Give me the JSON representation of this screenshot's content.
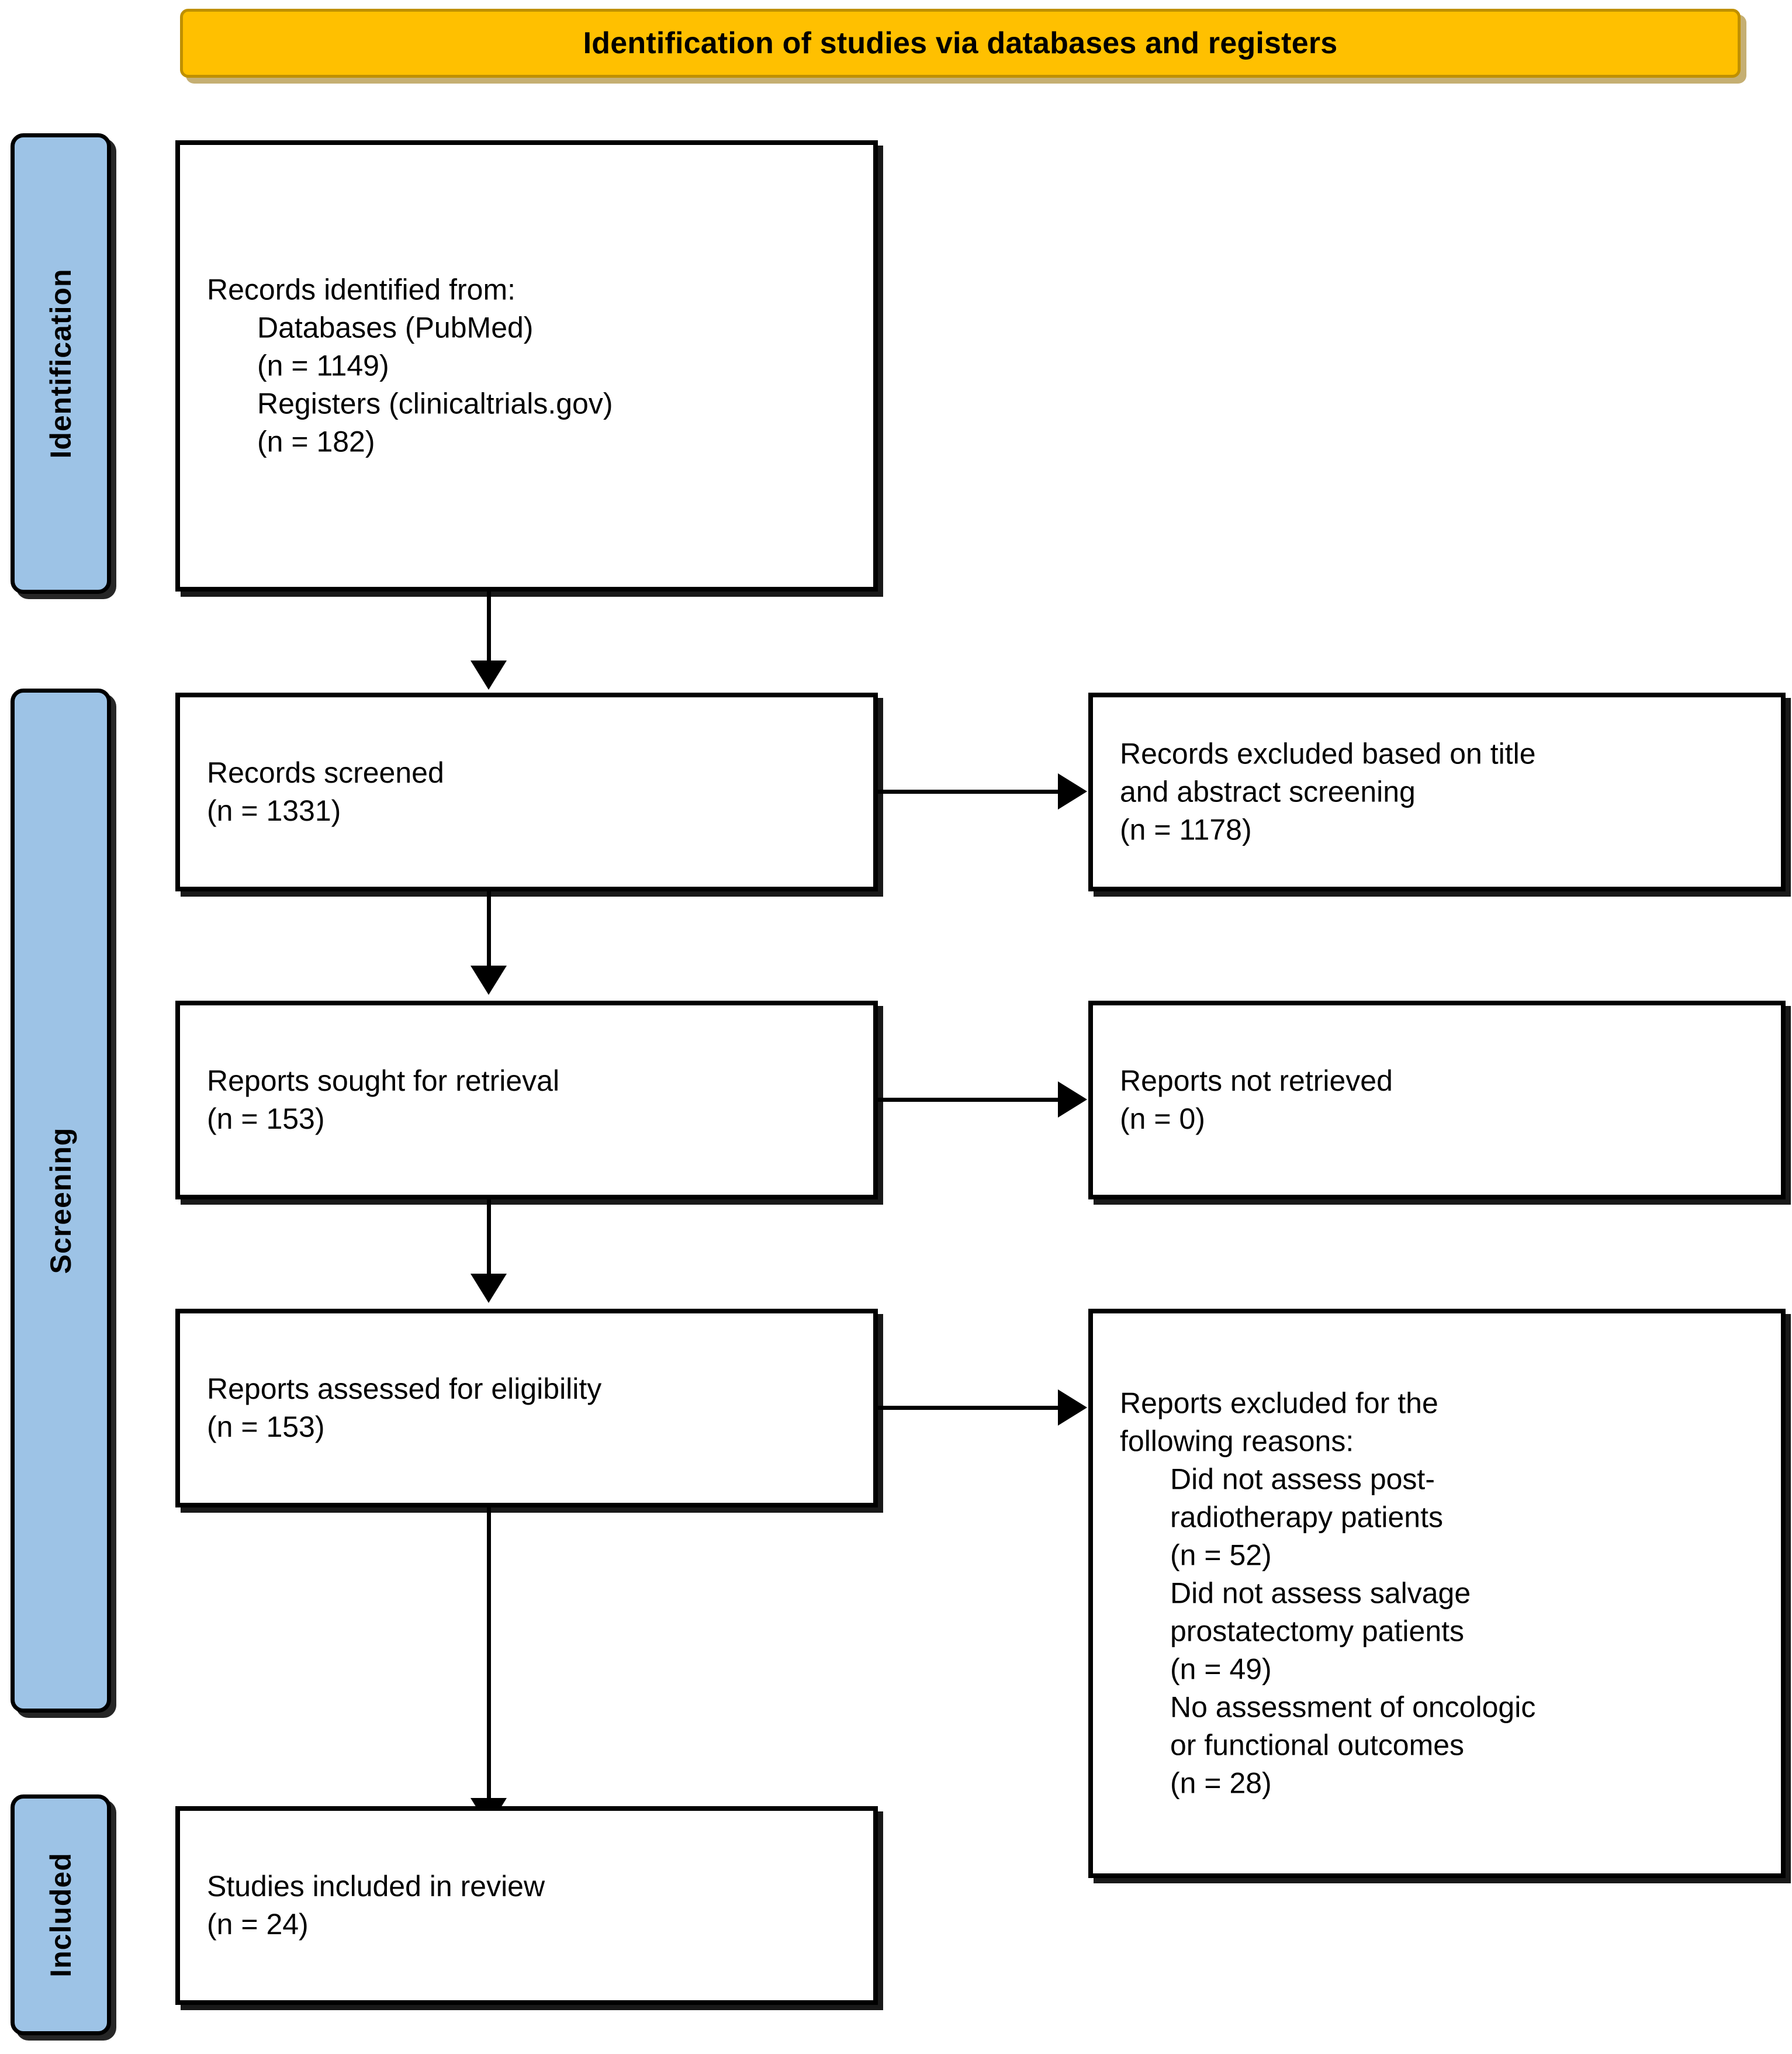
{
  "header": {
    "title": "Identification of studies via databases and registers"
  },
  "stages": [
    {
      "id": "identification",
      "label": "Identification"
    },
    {
      "id": "screening",
      "label": "Screening"
    },
    {
      "id": "included",
      "label": "Included"
    }
  ],
  "boxes": {
    "records_identified": {
      "lines": [
        {
          "text": "Records identified from:",
          "indent": false
        },
        {
          "text": "Databases (PubMed)",
          "indent": true
        },
        {
          "text": "(n = 1149)",
          "indent": true
        },
        {
          "text": "Registers (clinicaltrials.gov)",
          "indent": true
        },
        {
          "text": "(n = 182)",
          "indent": true
        }
      ]
    },
    "records_screened": {
      "lines": [
        {
          "text": "Records screened",
          "indent": false
        },
        {
          "text": "(n = 1331)",
          "indent": false
        }
      ]
    },
    "records_excluded": {
      "lines": [
        {
          "text": "Records excluded based on title",
          "indent": false
        },
        {
          "text": "and abstract screening",
          "indent": false
        },
        {
          "text": "(n = 1178)",
          "indent": false
        }
      ]
    },
    "reports_sought": {
      "lines": [
        {
          "text": "Reports sought for retrieval",
          "indent": false
        },
        {
          "text": "(n = 153)",
          "indent": false
        }
      ]
    },
    "reports_not_retrieved": {
      "lines": [
        {
          "text": "Reports not retrieved",
          "indent": false
        },
        {
          "text": "(n = 0)",
          "indent": false
        }
      ]
    },
    "reports_assessed": {
      "lines": [
        {
          "text": "Reports assessed for eligibility",
          "indent": false
        },
        {
          "text": "(n = 153)",
          "indent": false
        }
      ]
    },
    "reports_excluded": {
      "lines": [
        {
          "text": "Reports excluded for the",
          "indent": false
        },
        {
          "text": "following reasons:",
          "indent": false
        },
        {
          "text": "Did not assess post-",
          "indent": true
        },
        {
          "text": "radiotherapy patients",
          "indent": true
        },
        {
          "text": "(n = 52)",
          "indent": true
        },
        {
          "text": "Did not assess salvage",
          "indent": true
        },
        {
          "text": "prostatectomy patients",
          "indent": true
        },
        {
          "text": "(n = 49)",
          "indent": true
        },
        {
          "text": "No assessment of oncologic",
          "indent": true
        },
        {
          "text": "or functional outcomes",
          "indent": true
        },
        {
          "text": "(n = 28)",
          "indent": true
        }
      ]
    },
    "studies_included": {
      "lines": [
        {
          "text": "Studies included in review",
          "indent": false
        },
        {
          "text": "(n = 24)",
          "indent": false
        }
      ]
    }
  },
  "colors": {
    "header_fill": "#FFC000",
    "header_border": "#BF9000",
    "stage_fill": "#9DC3E6",
    "box_border": "#000000",
    "box_fill": "#FFFFFF"
  }
}
